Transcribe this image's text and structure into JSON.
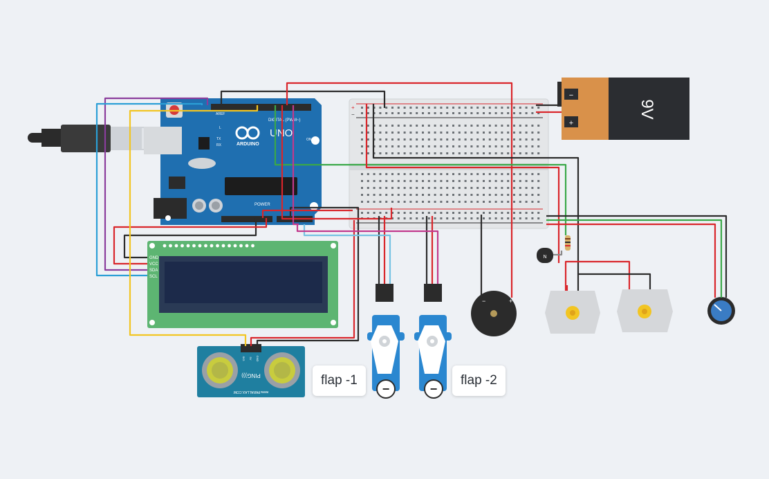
{
  "arduino": {
    "logo": "UNO",
    "brand": "ARDUINO",
    "digital_header": "DIGITAL (PWM~)",
    "power_header": "POWER",
    "aref_label": "AREF",
    "left_labels": [
      "L",
      "TX",
      "RX"
    ],
    "on_label": "ON"
  },
  "battery": {
    "label": "9V",
    "plus": "+",
    "minus": "−"
  },
  "lcd": {
    "pins": [
      "GND",
      "VCC",
      "SDA",
      "SCL"
    ]
  },
  "ultrasonic": {
    "brand": "PING)))",
    "pin_labels": [
      "SIG",
      "5V",
      "GND"
    ],
    "maker": "www.PARALLAX.COM"
  },
  "breadboard": {
    "rails": [
      "+",
      "−"
    ]
  },
  "servos": [
    {
      "name": "flap -1",
      "minus_symbol": "−"
    },
    {
      "name": "flap -2",
      "minus_symbol": "−"
    }
  ],
  "buzzer": {
    "minus": "−",
    "plus": "+"
  },
  "transistor": {
    "mark": "N"
  },
  "colors": {
    "background": "#eef1f5",
    "arduino": "#1f6fb0",
    "breadboard": "#e4e6e8",
    "battery_body": "#2b2d31",
    "battery_cap": "#d9914a",
    "lcd_board": "#5db572",
    "lcd_screen": "#1c2a4a",
    "servo": "#2a87d0",
    "motor": "#d5d7da",
    "wire_red": "#d9262b",
    "wire_black": "#2b2b2b",
    "wire_green": "#3aa848",
    "wire_yellow": "#f2c522",
    "wire_purple": "#8a3d9c",
    "wire_cyan": "#2b9fd6",
    "wire_pink": "#c2398c",
    "wire_lightblue": "#76c3e3"
  }
}
